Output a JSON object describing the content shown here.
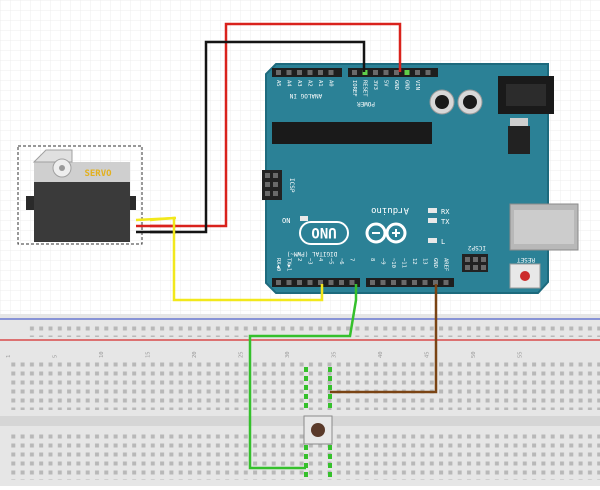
{
  "servo": {
    "label": "SERVO"
  },
  "arduino": {
    "brand": "Arduino",
    "model": "UNO",
    "power_header_label": "POWER",
    "analog_header_label": "ANALOG IN",
    "digital_header_label": "DIGITAL (PWM~)",
    "power_pins": [
      "VIN",
      "GND",
      "GND",
      "5V",
      "3V3",
      "RESET",
      "IOREF"
    ],
    "analog_pins": [
      "A0",
      "A1",
      "A2",
      "A3",
      "A4",
      "A5"
    ],
    "digital_pins_left": [
      "7",
      "~6",
      "~5",
      "4",
      "~3",
      "2",
      "TX▶1",
      "RX◀0"
    ],
    "digital_pins_right": [
      "AREF",
      "GND",
      "13",
      "12",
      "~11",
      "~10",
      "~9",
      "8"
    ],
    "icsp_label": "ICSP",
    "icsp2_label": "ICSP2",
    "reset_label": "RESET",
    "on_label": "ON",
    "led_labels": [
      "TX",
      "RX",
      "L"
    ]
  },
  "breadboard": {
    "column_numbers": [
      "1",
      "5",
      "10",
      "15",
      "20",
      "25",
      "30",
      "35",
      "40",
      "45",
      "50",
      "55"
    ]
  },
  "colors": {
    "board": "#2b8196",
    "board_edge": "#1d6a7d",
    "wire_red": "#d9221c",
    "wire_black": "#141414",
    "wire_yellow": "#f2e81c",
    "wire_green": "#35c02c",
    "wire_brown": "#7a4414",
    "breadboard": "#e8e8e8",
    "rail_red": "#d84a4a",
    "rail_blue": "#6a78d0"
  }
}
